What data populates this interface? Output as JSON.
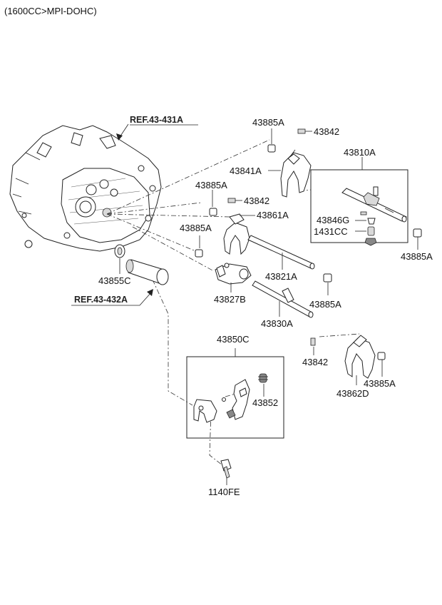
{
  "header": {
    "engine_spec": "(1600CC>MPI-DOHC)"
  },
  "references": {
    "ref_upper": "REF.43-431A",
    "ref_lower": "REF.43-432A"
  },
  "labels": {
    "p43885A_1": "43885A",
    "p43842_1": "43842",
    "p43810A": "43810A",
    "p43841A": "43841A",
    "p43885A_2": "43885A",
    "p43842_2": "43842",
    "p43861A": "43861A",
    "p43846G": "43846G",
    "p1431CC": "1431CC",
    "p43885A_3": "43885A",
    "p43885A_4": "43885A",
    "p43821A": "43821A",
    "p43827B": "43827B",
    "p43855C": "43855C",
    "p43885A_5": "43885A",
    "p43830A": "43830A",
    "p43850C": "43850C",
    "p43842_3": "43842",
    "p43885A_6": "43885A",
    "p43862D": "43862D",
    "p43852": "43852",
    "p1140FE": "1140FE"
  }
}
